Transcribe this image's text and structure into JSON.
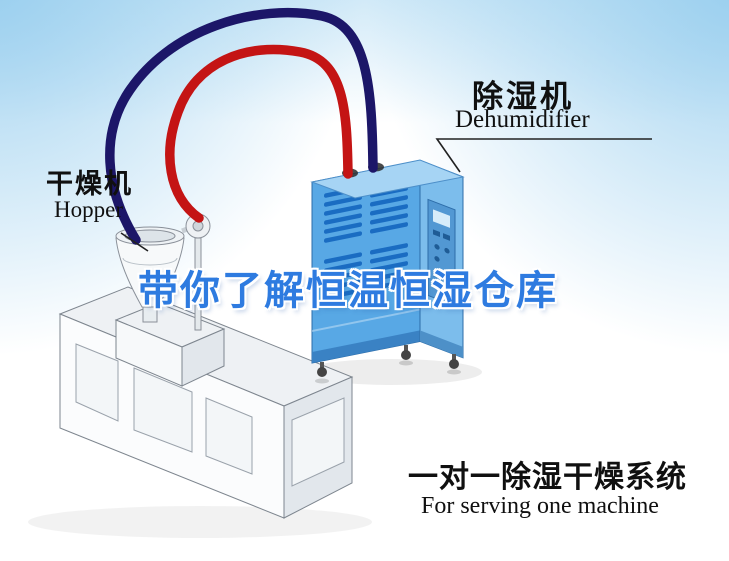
{
  "labels": {
    "dryer": {
      "zh": "干燥机",
      "en": "Hopper"
    },
    "dehumidifier": {
      "zh": "除湿机",
      "en": "Dehumidifier"
    },
    "watermark": {
      "text": "带你了解恒温恒湿仓库",
      "color": "#2e7be0"
    },
    "caption": {
      "zh": "一对一除湿干燥系统",
      "en": "For serving one machine"
    }
  },
  "diagram": {
    "dehumidifier_machine": {
      "front_color": "#58a8e5",
      "side_color": "#7cbdec",
      "top_color": "#a6d4f4",
      "vent_color": "#1a6cc2"
    },
    "pipes": {
      "return_pipe_color": "#1c1668",
      "supply_pipe_color": "#c41414"
    }
  }
}
